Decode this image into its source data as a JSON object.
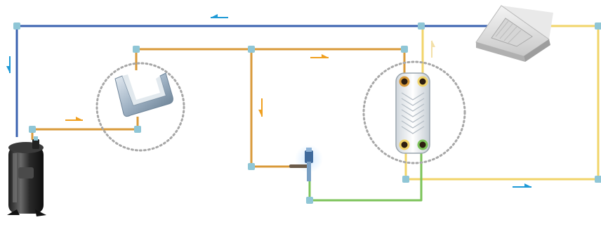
{
  "diagram": {
    "colors": {
      "blue_line": "#3a62b0",
      "orange_line": "#d99a3a",
      "yellow_line": "#f1d46a",
      "green_line": "#7cc35a",
      "joint": "#8fc6d6",
      "arrow_blue": "#1f9ad6",
      "arrow_orange": "#f0a020",
      "arrow_pale": "#f3e0a8",
      "dotted_circle": "#a7a7a7"
    },
    "components": [
      {
        "name": "compressor",
        "icon": "compressor-icon"
      },
      {
        "name": "condenser-fin",
        "icon": "condenser-fin-icon"
      },
      {
        "name": "expansion-valve",
        "icon": "expansion-valve-icon"
      },
      {
        "name": "plate-heat-exchanger",
        "icon": "plate-heat-exchanger-icon"
      },
      {
        "name": "cassette-indoor-unit",
        "icon": "cassette-ac-icon"
      }
    ],
    "flows": [
      {
        "line": "blue",
        "direction": "left"
      },
      {
        "line": "blue",
        "direction": "down"
      },
      {
        "line": "orange",
        "direction": "right"
      },
      {
        "line": "orange",
        "direction": "down"
      },
      {
        "line": "yellow",
        "direction": "up"
      },
      {
        "line": "yellow",
        "direction": "right"
      }
    ]
  }
}
